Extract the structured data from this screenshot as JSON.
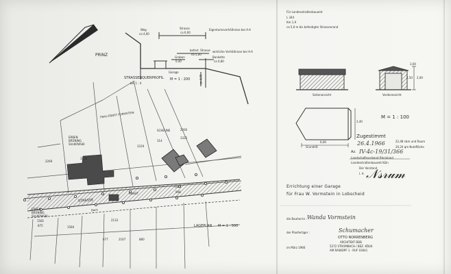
{
  "header": {
    "for_authority": "Für Landesstraßenbauamt",
    "road": "L 344",
    "km": "Km 1,9",
    "distance_note": "ca 5,0 m bis befestigter Strassenrand"
  },
  "plan": {
    "prinz": "PRINZ",
    "weg": "Weg",
    "weg_dim": "ca 4,00",
    "strasse_label": "Strasse",
    "strasse_dim": "ca 6,00",
    "eigentum_note": "Eigentumsverhältnisse bei A-A",
    "befest_label": "befest. Strasse",
    "befest_dim": "ca 5,00",
    "wirkliche_note": "wirkliche Verhältnisse bei A-A",
    "graben_label": "Graben",
    "graben_dim": "0,40",
    "bankette_label": "Bankette",
    "bankette_dim": "ca 0,80",
    "garage_label": "Garage",
    "profile_label": "STRASSENQUERPROFIL",
    "profile_scale": "M = 1 : 200",
    "scale_note": "bei  1 : 4",
    "height_note": "ca 4,00",
    "erben_bruning": "ERBEN BRÜNING SULKOWSKI",
    "frau_label": "FRAU ERNST FORMSTEIN",
    "scheune": "SCHEUNE",
    "parcel_3318": "3318",
    "parcel_3319": "3319",
    "parcel_314": "314",
    "parcel_2260": "2260",
    "parcel_3322": "3322",
    "parcel_2269": "2269",
    "parcel_1421": "1421",
    "parcel_998": "998",
    "anhut": "ANHUT",
    "road_name": "STRASSE",
    "erben_lower": "ERBEN BRÜNING SULKOWSKI",
    "bach": "Bach",
    "parcel_1581": "1581",
    "parcel_875": "875",
    "parcel_1584": "1584",
    "parcel_2133": "2133",
    "parcel_677": "677",
    "parcel_2167": "2167",
    "parcel_880": "880",
    "lageplan": "LAGEPLAN",
    "lageplan_scale": "M = 1 : 500"
  },
  "elevations": {
    "side_label": "Seitenansicht",
    "front_label": "Vorderansicht",
    "plan_label": "Grundriß",
    "scale": "M = 1 : 100",
    "dim_240": "2,40",
    "dim_300": "3,00",
    "dim_250": "2,50",
    "dim_200": "2,00",
    "dim_600": "6,00"
  },
  "approval": {
    "zugestimmt": "Zugestimmt",
    "date": "26.4.1966",
    "size_note": "22,48  cbm und Raum",
    "size_note2": "20,24  qm Nutzfläche",
    "az_prefix": "Az.",
    "az_value": "IV-4c-19/31/366",
    "authority1": "Landschaftsverband Rheinland",
    "authority2": "Landesstraßenbauamt Köln",
    "im_auftrag": "Der Vorstand",
    "i_a": "I. A."
  },
  "project": {
    "title_line1": "Errichtung  einer  Garage",
    "title_line2": "für  Frau  W. Vormstein  in  Lobscheid"
  },
  "signatures": {
    "bauherrin_label": "die Bauherrin :",
    "bauherrin_sig": "Wanda Vormstein",
    "planer_label": "der Planfertiger :",
    "planer_sig": "Schumacher",
    "firm_name": "OTTO NORRENBERG",
    "firm_line1": "ARCHITEKT BDB",
    "firm_line2": "5272 STROMBACH / BEZ. KÖLN",
    "firm_line3": "AM RASKOPF 1 · RUF 03041",
    "date_line": "im März 1966"
  },
  "colors": {
    "paper": "#f3f3f0",
    "ink": "#2b2b2b",
    "hatch": "#6b6b6b",
    "building": "#4a4a4a"
  }
}
